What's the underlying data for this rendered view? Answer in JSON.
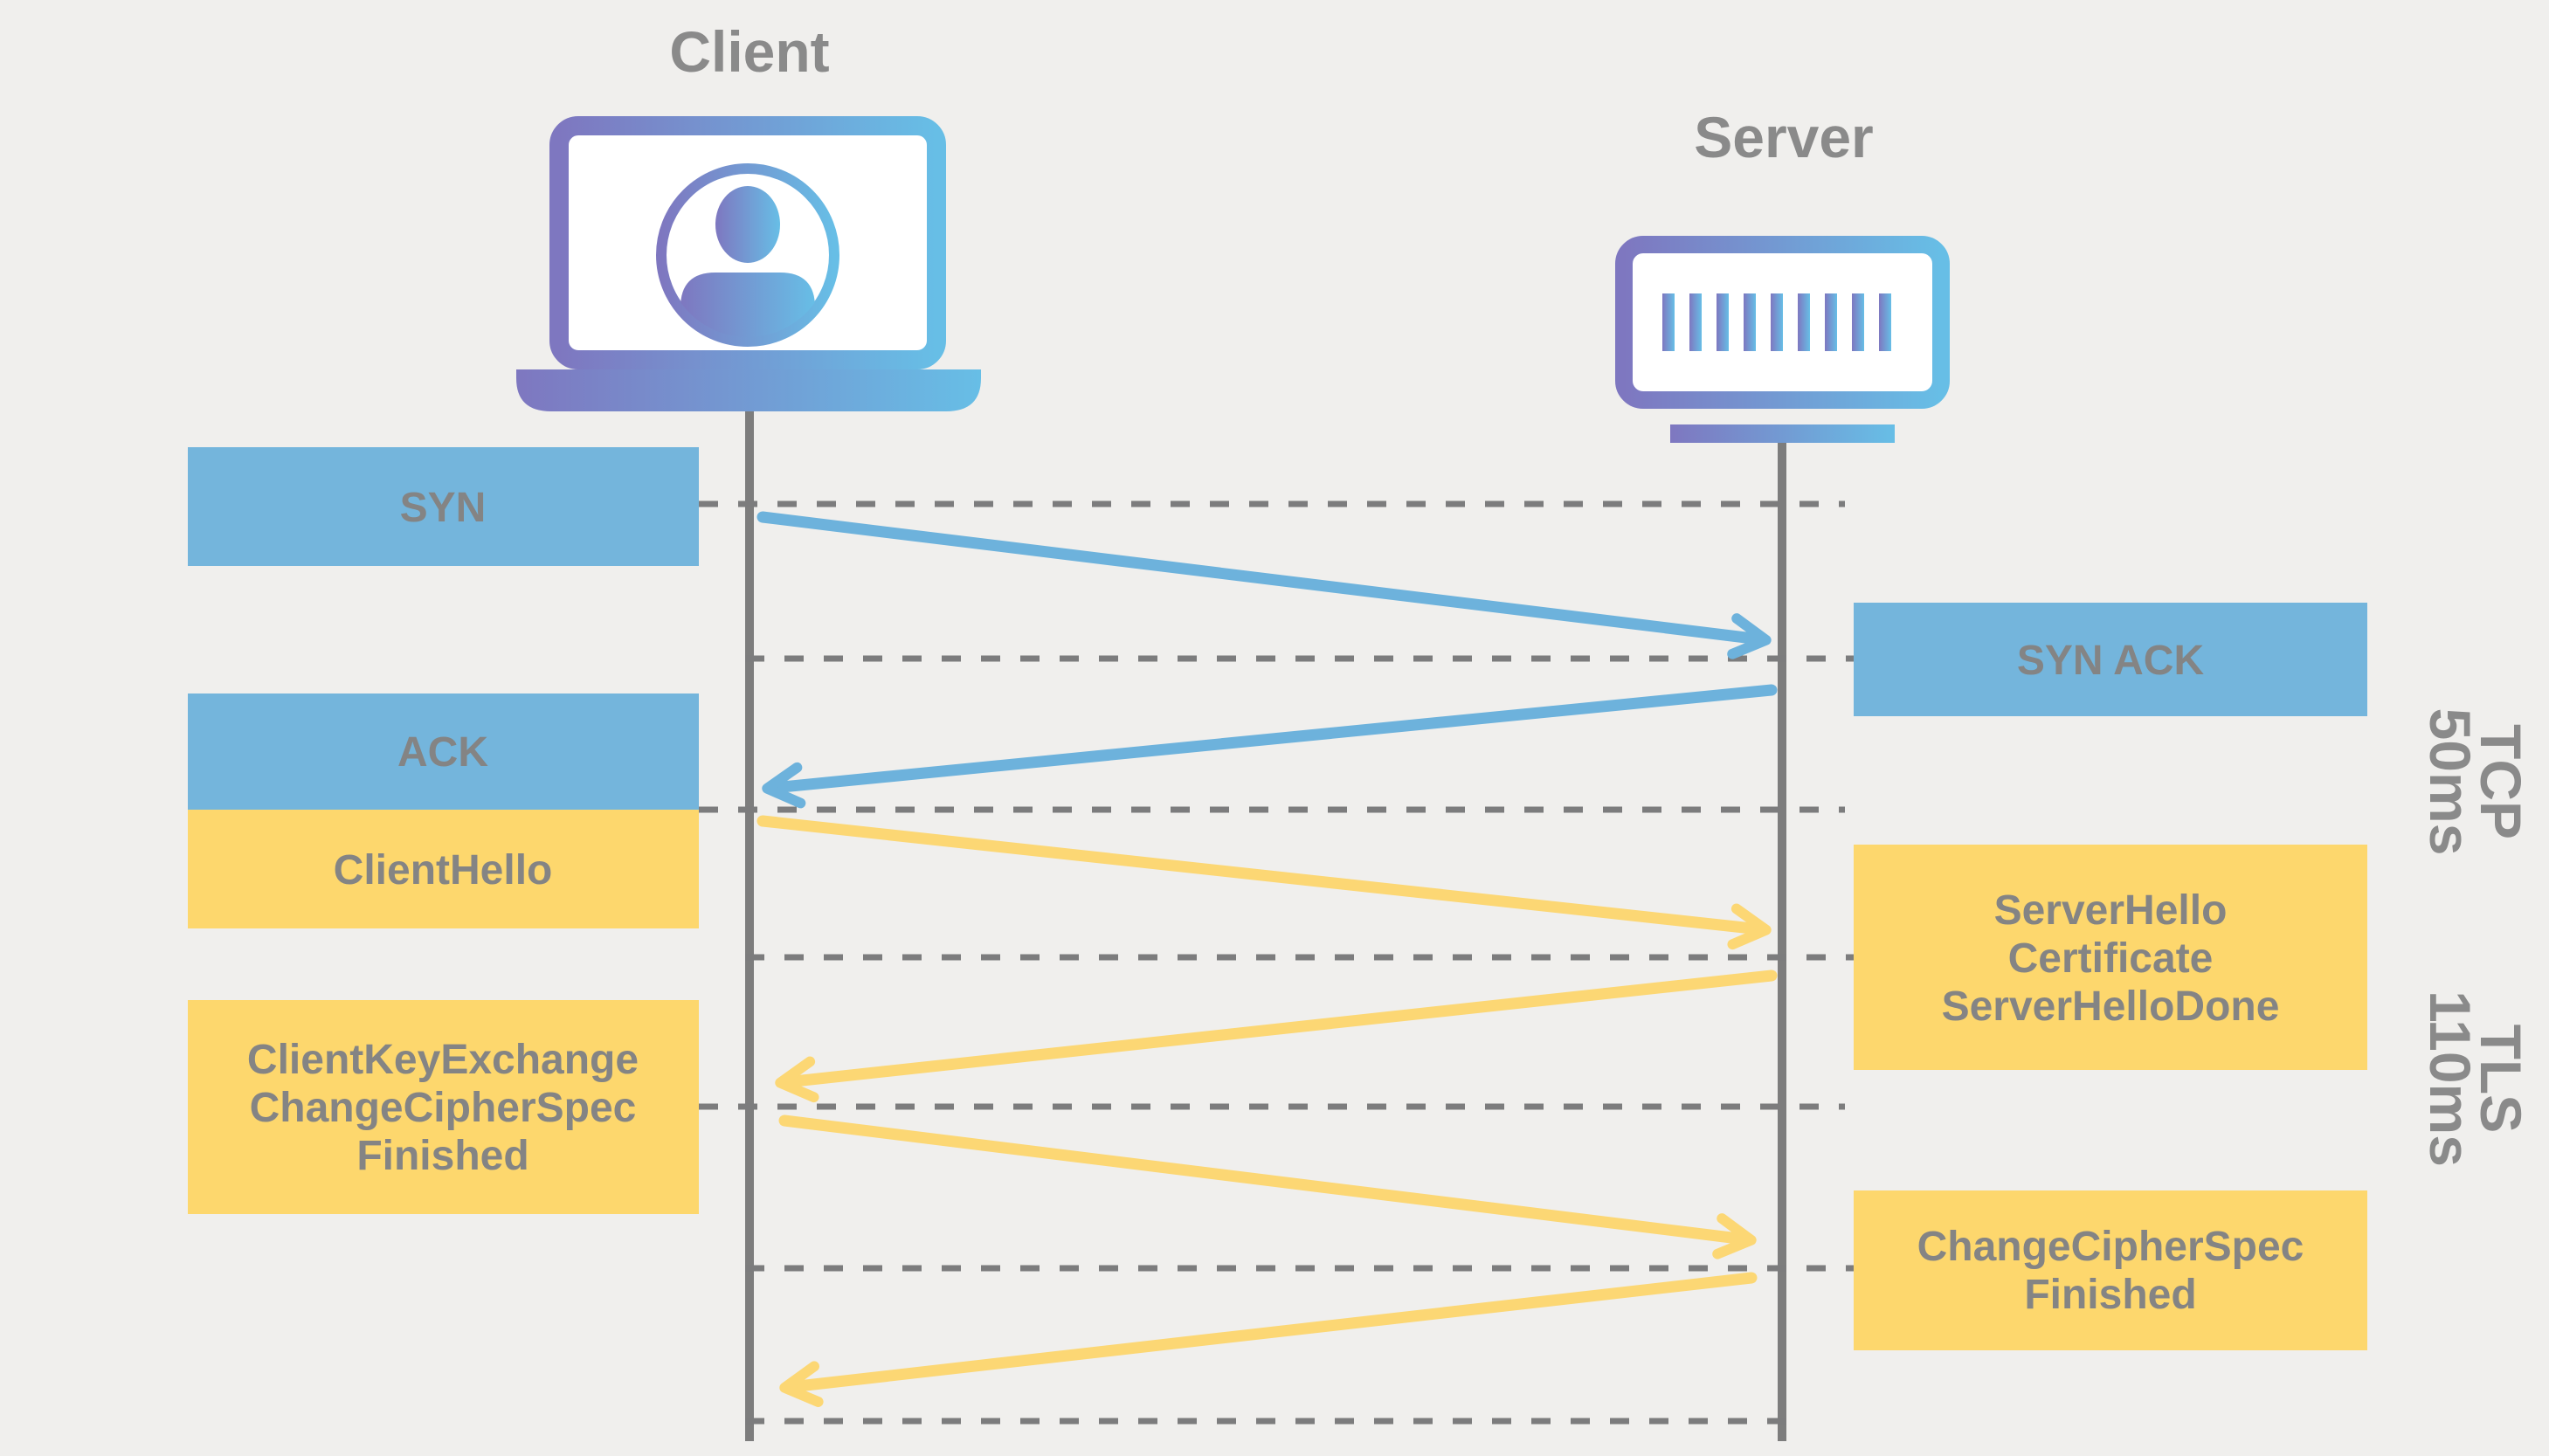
{
  "diagram_type": "sequence-diagram",
  "topic": "TCP and TLS handshake between a client and a server",
  "actors": {
    "client": {
      "label": "Client",
      "icon": "laptop-with-user"
    },
    "server": {
      "label": "Server",
      "icon": "server-rack"
    }
  },
  "phases": [
    {
      "protocol": "TCP",
      "duration": "50ms"
    },
    {
      "protocol": "TLS",
      "duration": "110ms"
    }
  ],
  "messages": [
    {
      "from": "client",
      "to": "server",
      "protocol": "TCP",
      "label_lines": [
        "SYN"
      ]
    },
    {
      "from": "server",
      "to": "client",
      "protocol": "TCP",
      "label_lines": [
        "SYN ACK"
      ]
    },
    {
      "from": "client",
      "to": "server",
      "protocol": "TCP",
      "label_lines": [
        "ACK"
      ]
    },
    {
      "from": "client",
      "to": "server",
      "protocol": "TLS",
      "label_lines": [
        "ClientHello"
      ]
    },
    {
      "from": "server",
      "to": "client",
      "protocol": "TLS",
      "label_lines": [
        "ServerHello",
        "Certificate",
        "ServerHelloDone"
      ]
    },
    {
      "from": "client",
      "to": "server",
      "protocol": "TLS",
      "label_lines": [
        "ClientKeyExchange",
        "ChangeCipherSpec",
        "Finished"
      ]
    },
    {
      "from": "server",
      "to": "client",
      "protocol": "TLS",
      "label_lines": [
        "ChangeCipherSpec",
        "Finished"
      ]
    }
  ],
  "colors": {
    "background": "#f0efed",
    "box_blue": "#74b5dc",
    "box_yellow": "#fdd76d",
    "arrow_blue": "#6db2dc",
    "arrow_yellow": "#fcd774",
    "label_gray": "#8a8a8a",
    "box_text_gray": "#848484",
    "line_gray": "#7d7d7d",
    "dash_gray": "#7c7c7d",
    "icon_gradient_start": "#7e77c0",
    "icon_gradient_end": "#67bee6"
  }
}
